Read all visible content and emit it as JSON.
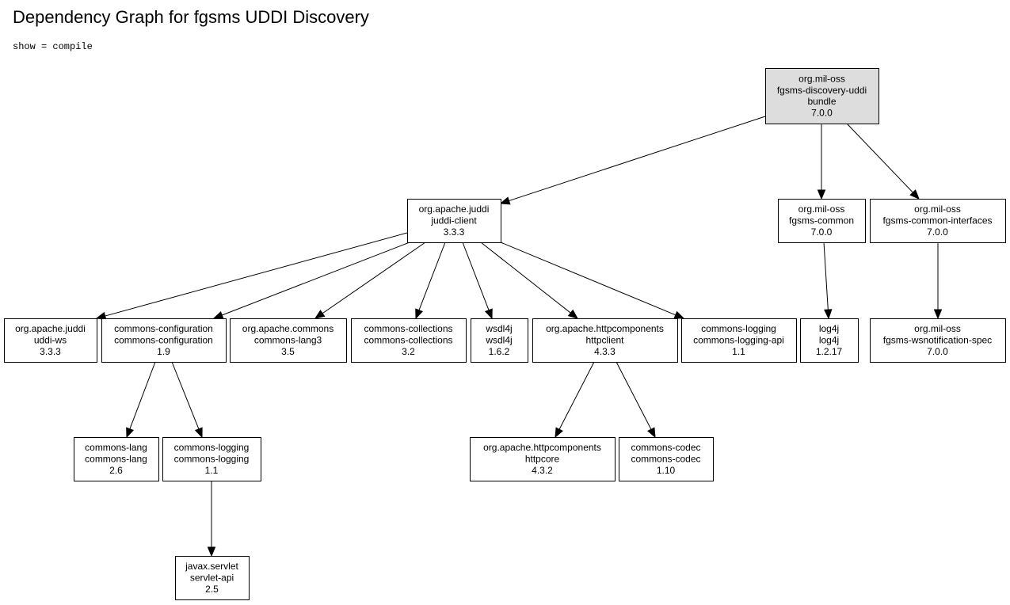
{
  "header": {
    "title": "Dependency Graph for fgsms UDDI Discovery",
    "scope": "show = compile"
  },
  "colors": {
    "root_fill": "#dddddd",
    "node_fill": "#ffffff",
    "stroke": "#000000"
  },
  "graph": {
    "nodes": [
      {
        "id": "root",
        "lines": [
          "org.mil-oss",
          "fgsms-discovery-uddi",
          "bundle",
          "7.0.0"
        ],
        "root": true
      },
      {
        "id": "juddi-client",
        "lines": [
          "org.apache.juddi",
          "juddi-client",
          "3.3.3"
        ]
      },
      {
        "id": "fgsms-common",
        "lines": [
          "org.mil-oss",
          "fgsms-common",
          "7.0.0"
        ]
      },
      {
        "id": "fgsms-common-interfaces",
        "lines": [
          "org.mil-oss",
          "fgsms-common-interfaces",
          "7.0.0"
        ]
      },
      {
        "id": "uddi-ws",
        "lines": [
          "org.apache.juddi",
          "uddi-ws",
          "3.3.3"
        ]
      },
      {
        "id": "commons-configuration",
        "lines": [
          "commons-configuration",
          "commons-configuration",
          "1.9"
        ]
      },
      {
        "id": "commons-lang3",
        "lines": [
          "org.apache.commons",
          "commons-lang3",
          "3.5"
        ]
      },
      {
        "id": "commons-collections",
        "lines": [
          "commons-collections",
          "commons-collections",
          "3.2"
        ]
      },
      {
        "id": "wsdl4j",
        "lines": [
          "wsdl4j",
          "wsdl4j",
          "1.6.2"
        ]
      },
      {
        "id": "httpclient",
        "lines": [
          "org.apache.httpcomponents",
          "httpclient",
          "4.3.3"
        ]
      },
      {
        "id": "commons-logging-api",
        "lines": [
          "commons-logging",
          "commons-logging-api",
          "1.1"
        ]
      },
      {
        "id": "log4j",
        "lines": [
          "log4j",
          "log4j",
          "1.2.17"
        ]
      },
      {
        "id": "wsnotification-spec",
        "lines": [
          "org.mil-oss",
          "fgsms-wsnotification-spec",
          "7.0.0"
        ]
      },
      {
        "id": "commons-lang",
        "lines": [
          "commons-lang",
          "commons-lang",
          "2.6"
        ]
      },
      {
        "id": "commons-logging",
        "lines": [
          "commons-logging",
          "commons-logging",
          "1.1"
        ]
      },
      {
        "id": "httpcore",
        "lines": [
          "org.apache.httpcomponents",
          "httpcore",
          "4.3.2"
        ]
      },
      {
        "id": "commons-codec",
        "lines": [
          "commons-codec",
          "commons-codec",
          "1.10"
        ]
      },
      {
        "id": "servlet-api",
        "lines": [
          "javax.servlet",
          "servlet-api",
          "2.5"
        ]
      }
    ],
    "edges": [
      {
        "from": "root",
        "to": "juddi-client"
      },
      {
        "from": "root",
        "to": "fgsms-common"
      },
      {
        "from": "root",
        "to": "fgsms-common-interfaces"
      },
      {
        "from": "juddi-client",
        "to": "uddi-ws"
      },
      {
        "from": "juddi-client",
        "to": "commons-configuration"
      },
      {
        "from": "juddi-client",
        "to": "commons-lang3"
      },
      {
        "from": "juddi-client",
        "to": "commons-collections"
      },
      {
        "from": "juddi-client",
        "to": "wsdl4j"
      },
      {
        "from": "juddi-client",
        "to": "httpclient"
      },
      {
        "from": "juddi-client",
        "to": "commons-logging-api"
      },
      {
        "from": "fgsms-common",
        "to": "log4j"
      },
      {
        "from": "fgsms-common-interfaces",
        "to": "wsnotification-spec"
      },
      {
        "from": "commons-configuration",
        "to": "commons-lang"
      },
      {
        "from": "commons-configuration",
        "to": "commons-logging"
      },
      {
        "from": "httpclient",
        "to": "httpcore"
      },
      {
        "from": "httpclient",
        "to": "commons-codec"
      },
      {
        "from": "commons-logging",
        "to": "servlet-api"
      }
    ]
  }
}
